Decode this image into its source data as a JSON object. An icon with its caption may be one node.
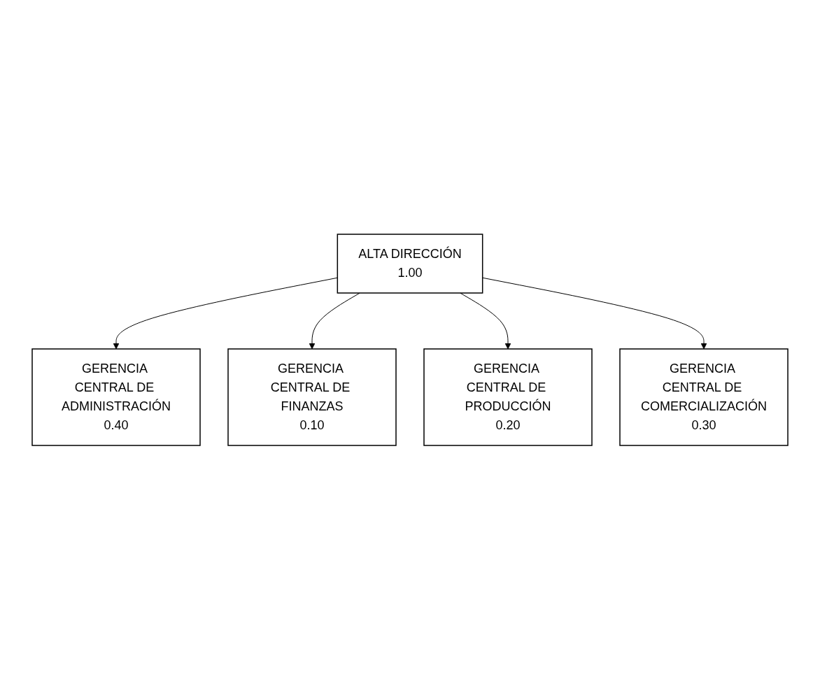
{
  "diagram": {
    "nodes": [
      {
        "text": [
          "ALTA DIRECCIÓN",
          "1.00"
        ]
      },
      {
        "text": [
          "GERENCIA CENTRAL DE ADMINISTRACIÓN",
          "0.40"
        ]
      },
      {
        "text": [
          "GERENCIA CENTRAL DE FINANZAS",
          "0.10"
        ]
      },
      {
        "text": [
          "GERENCIA CENTRAL DE PRODUCCIÓN",
          "0.20"
        ]
      },
      {
        "text": [
          "GERENCIA CENTRAL DE COMERCIALIZACIÓN",
          "0.30"
        ]
      }
    ],
    "edges": [
      {
        "from": 0,
        "to": 1,
        "arrow": "to"
      },
      {
        "from": 0,
        "to": 2,
        "arrow": "to"
      },
      {
        "from": 0,
        "to": 3,
        "arrow": "to"
      },
      {
        "from": 0,
        "to": 4,
        "arrow": "to"
      }
    ]
  }
}
